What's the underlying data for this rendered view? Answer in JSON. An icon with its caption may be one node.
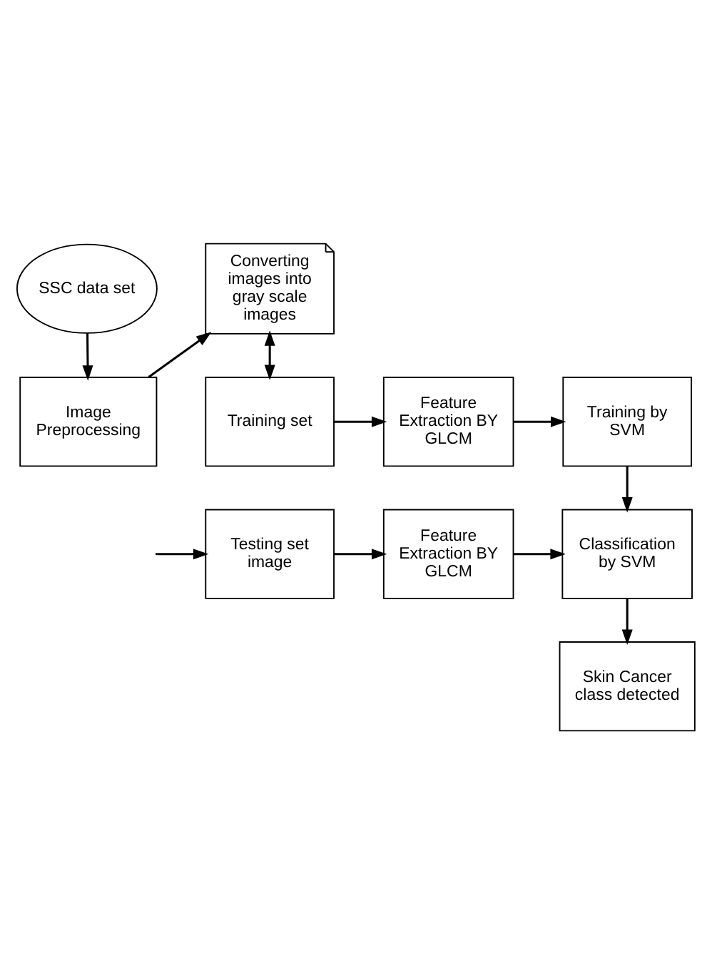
{
  "diagram": {
    "nodes": [
      {
        "text": [
          "SSC data set"
        ]
      },
      {
        "text": [
          "Image Preprocessing"
        ]
      },
      {
        "text": [
          "Converting images into gray scale images"
        ]
      },
      {
        "text": [
          "Training set"
        ]
      },
      {
        "text": [
          "Feature Extraction BY GLCM"
        ]
      },
      {
        "text": [
          "Training by SVM"
        ]
      },
      {
        "text": [
          "Testing set image"
        ]
      },
      {
        "text": [
          "Feature Extraction BY GLCM"
        ]
      },
      {
        "text": [
          "Classification by SVM"
        ]
      },
      {
        "text": [
          "Skin Cancer class detected"
        ]
      }
    ],
    "edges": [
      {
        "from": 0,
        "to": 1,
        "arrow": "to"
      },
      {
        "from": 1,
        "to": 2,
        "arrow": "to"
      },
      {
        "from": 2,
        "to": 3,
        "arrow": "both"
      },
      {
        "from": 3,
        "to": 4,
        "arrow": "to"
      },
      {
        "from": 4,
        "to": 5,
        "arrow": "to"
      },
      {
        "from": 5,
        "to": 8,
        "arrow": "to"
      },
      {
        "from": 6,
        "to": 7,
        "arrow": "to"
      },
      {
        "from": 7,
        "to": 8,
        "arrow": "to"
      },
      {
        "from": 8,
        "to": 9,
        "arrow": "to"
      },
      {
        "from": null,
        "to": 6,
        "arrow": "to"
      }
    ]
  }
}
